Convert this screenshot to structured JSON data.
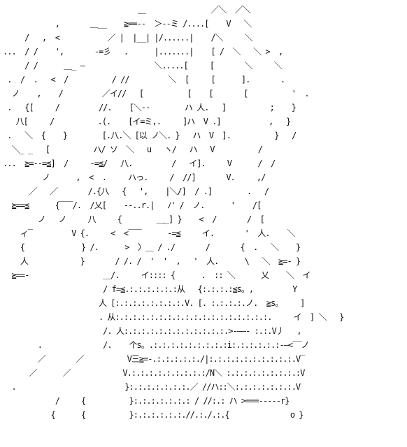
{
  "art": {
    "lines": [
      "                               ＿               ／＼  ／＼",
      "            ,       ＿__    ≧==--  ＞--ミ /....[    V   ＼",
      "     /   ,  <           ／ |  |__| |/......|    /＼     ＼",
      "...  / /    ',       ‐=彡   .      |.......|    [ /  ＼   ＼ >  ,",
      "     / /      ＿_ ―                ＼.....[     [       ＼     ＼",
      " .  /  .   <  /          / //         ＼  [     [      ].       .",
      "  ノ    ,    /         ／イ//   [          [    [       [          '  .",
      " .   {[     /         //.    [＼‐-        ハ 人.   ]          ;    }",
      "   八[     /          .(.    [イ=ミ,.     ]ハ  V .]           ,   }",
      " .   ＼  {    }        [.八.＼ [以 ノ＼. }   ハ  V  ].          }   /",
      "  ＼_ _   [          ハ/ ソ  ＼   u   ヽ/   ハ   V          /",
      "...  ≧=--=≦]  /     -=≦/   八.         /   イ].     V      /  /",
      "         ノ      ,  <  .     ハっ.     /  //]       V.     ,/",
      "      ／   ／       /.{八   {   ',    |＼/]  / .]        .   /",
      "  ≧==≦      {‾‾‾/.  /乂[    ‐-..r.|   ﾉ' /  ノ.      '    /[",
      "        ノ   ノ     八     {        ＿_] }    <  /       /  [",
      "    ィ‾         V {.     <  <‾‾‾      -=≦     イ.       '  人.    ＼",
      "    {             } /.      >  〉＿ / ./       /       {  .   ＼    }",
      "    人            }       / /. /  '  '  ,   '  人.      \\   ＼  ≧=‐ }",
      "  ≧==‐                 ＿/.     イ:::: {      .  :: ＼      乂    ＼  イ",
      "                       / f=≦.:.:.:.:.:.:从   {:.:.:.:≦s。,         Y",
      "                      人 [:.:.:.:.:.:.:.:.V. [. :.:.:.:.ノ.  ≧s。    ]",
      "                      . 从:.:.:.:.:.:.:.:.:.:.:.:.:.:.:.:.:.:.     イ  ] ＼   }",
      "                       /. 人:.:.:.:.:.:.:.:.:.:.:.:.>‐――‐ :.:.V丿   ,",
      "        .              /.    个s。.:.:.:.:.:.:.:.:.:i:.:.:.:.:.:‐―<‾‾ノ",
      "        ／       ／          V三≧=‐.:.:.:.:.:./|:.:.:.:.:.:.:.:.:.:.V‾",
      "      ／      ／            V.:.:.:.:.:.:.:.:.:/N＼ :.:.:.:.:.:.:.:.:V",
      "  .                         }:.:.:.:.:.:.:.／ //ハ::＼:.:.:.:.:.:.:.V",
      "            /     {          }:.:.:.:.:.:.: / //:.: ハ >===‐‐‐‐‐r}",
      "           {      {          }:.:.:.:.:.:.//.:./.:.{              o }"
    ]
  }
}
